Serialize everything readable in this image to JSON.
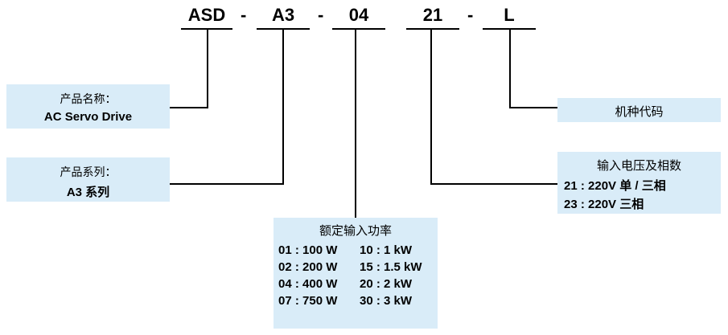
{
  "model_code": {
    "parts": [
      "ASD",
      "A3",
      "04",
      "21",
      "L"
    ],
    "separator": "-"
  },
  "product_name": {
    "label": "产品名称：",
    "value": "AC Servo Drive"
  },
  "product_series": {
    "label": "产品系列：",
    "value": "A3 系列"
  },
  "rated_power": {
    "title": "额定输入功率",
    "rows": [
      [
        "01 : 100 W",
        "10 : 1 kW"
      ],
      [
        "02 : 200 W",
        "15 : 1.5 kW"
      ],
      [
        "04 : 400 W",
        "20 : 2 kW"
      ],
      [
        "07 : 750 W",
        "30 : 3 kW"
      ]
    ]
  },
  "input_voltage": {
    "title": "输入电压及相数",
    "lines": [
      "21 : 220V 单 / 三相",
      "23 : 220V 三相"
    ]
  },
  "model_type": {
    "label": "机种代码"
  },
  "colors": {
    "box": "#d9ecf8",
    "line": "#000000"
  }
}
